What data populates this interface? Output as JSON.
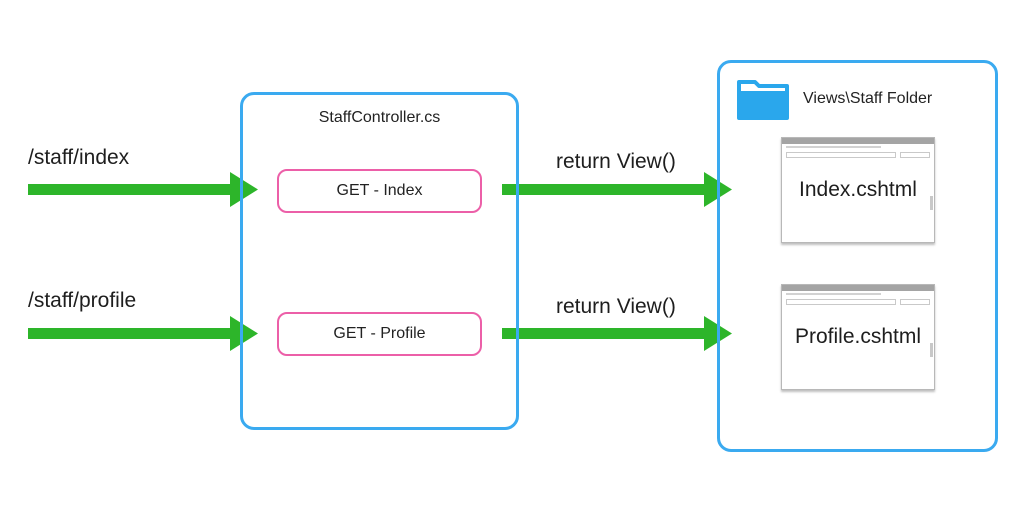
{
  "routes": [
    {
      "label": "/staff/index"
    },
    {
      "label": "/staff/profile"
    }
  ],
  "controller": {
    "title": "StaffController.cs",
    "actions": [
      "GET - Index",
      "GET - Profile"
    ]
  },
  "returns": [
    "return View()",
    "return View()"
  ],
  "views_folder": {
    "title": "Views\\Staff Folder",
    "files": [
      "Index.cshtml",
      "Profile.cshtml"
    ]
  },
  "colors": {
    "arrow": "#2db52a",
    "box_border": "#3aaaf0",
    "action_border": "#ec5fa8",
    "folder": "#2aa7ec"
  }
}
